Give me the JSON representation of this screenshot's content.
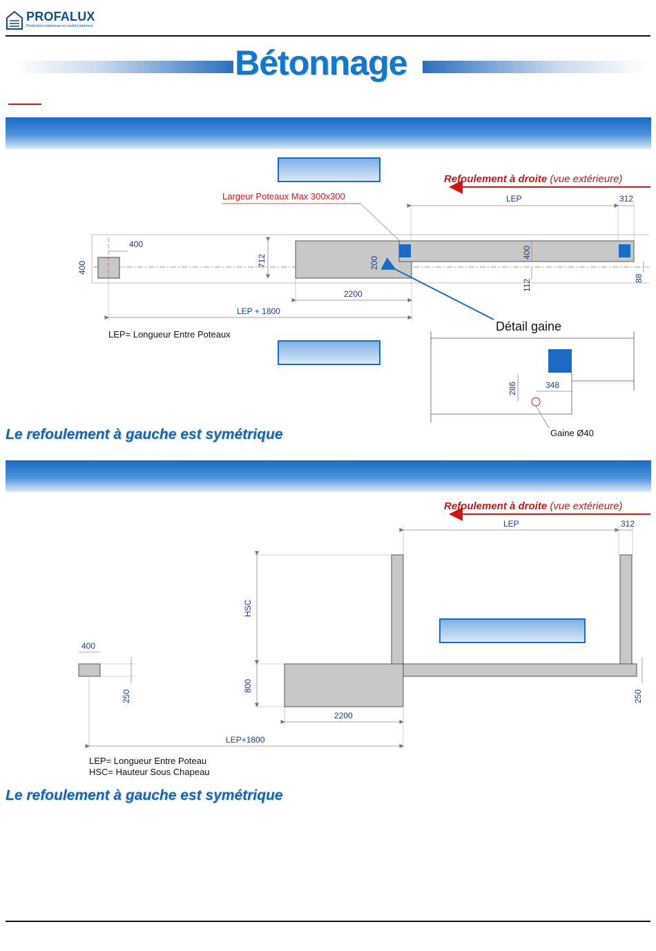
{
  "header": {
    "logo_name": "PROFALUX",
    "logo_tagline": "Protection extérieure et confort intérieur"
  },
  "page_title": "Bétonnage",
  "section1": {
    "direction_bold": "Refoulement à droite",
    "direction_italic": "(vue extérieure)",
    "post_width": "Largeur Poteaux Max 300x300",
    "detail_label": "Détail gaine",
    "legend": "LEP= Longueur Entre Poteaux",
    "gaine": "Gaine Ø40",
    "dims": {
      "lep": "LEP",
      "d312": "312",
      "d400_top": "400",
      "d400_left": "400",
      "d712": "712",
      "d200": "200",
      "d400_mid": "400",
      "d112": "112",
      "d88": "88",
      "d2200": "2200",
      "lep1800": "LEP + 1800",
      "d286": "286",
      "d348": "348"
    },
    "footer_text": "Le refoulement à gauche est symétrique"
  },
  "section2": {
    "direction_bold": "Refoulement à droite",
    "direction_italic": "(vue extérieure)",
    "legend_1": "LEP= Longueur Entre Poteau",
    "legend_2": "HSC= Hauteur Sous Chapeau",
    "dims": {
      "lep": "LEP",
      "d312": "312",
      "d400": "400",
      "hsc": "HSC",
      "d800": "800",
      "d250_left": "250",
      "d250_right": "250",
      "d2200": "2200",
      "lep1800": "LEP+1800"
    },
    "footer_text": "Le refoulement à gauche est symétrique"
  }
}
